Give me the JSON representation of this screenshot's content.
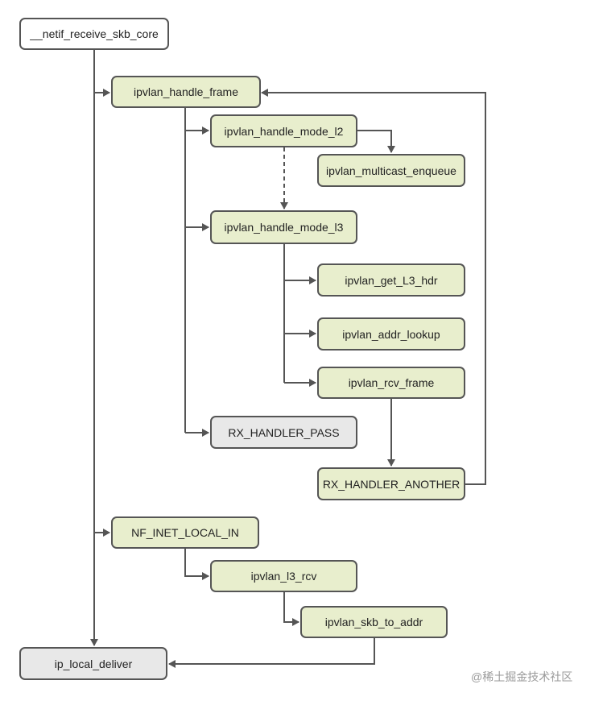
{
  "nodes": {
    "netif_receive_skb_core": "__netif_receive_skb_core",
    "ipvlan_handle_frame": "ipvlan_handle_frame",
    "ipvlan_handle_mode_l2": "ipvlan_handle_mode_l2",
    "ipvlan_multicast_enqueue": "ipvlan_multicast_enqueue",
    "ipvlan_handle_mode_l3": "ipvlan_handle_mode_l3",
    "ipvlan_get_L3_hdr": "ipvlan_get_L3_hdr",
    "ipvlan_addr_lookup": "ipvlan_addr_lookup",
    "ipvlan_rcv_frame": "ipvlan_rcv_frame",
    "rx_handler_pass": "RX_HANDLER_PASS",
    "rx_handler_another": "RX_HANDLER_ANOTHER",
    "nf_inet_local_in": "NF_INET_LOCAL_IN",
    "ipvlan_l3_rcv": "ipvlan_l3_rcv",
    "ipvlan_skb_to_addr": "ipvlan_skb_to_addr",
    "ip_local_deliver": "ip_local_deliver"
  },
  "watermark": "@稀土掘金技术社区",
  "colors": {
    "edge": "#555555",
    "green_fill": "#e8eecd",
    "gray_fill": "#e8e8e8",
    "white_fill": "#ffffff"
  }
}
